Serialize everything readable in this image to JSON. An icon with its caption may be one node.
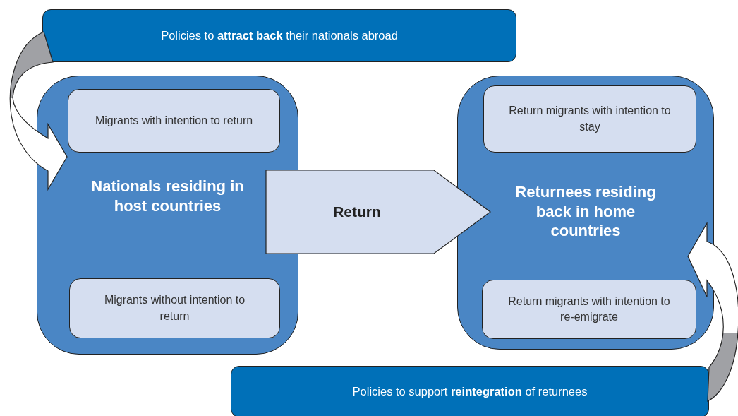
{
  "diagram": {
    "nodes": [
      {
        "text": [
          "Policies to **attract back** their nationals abroad"
        ]
      },
      {
        "text": [
          "Nationals residing in host countries"
        ]
      },
      {
        "text": [
          "Migrants with intention to return"
        ],
        "in": 1
      },
      {
        "text": [
          "Migrants without intention to return"
        ],
        "in": 1
      },
      {
        "text": [
          "Returnees residing back in home countries"
        ]
      },
      {
        "text": [
          "Return migrants with intention to stay"
        ],
        "in": 4
      },
      {
        "text": [
          "Return migrants with intention to re-emigrate"
        ],
        "in": 4
      },
      {
        "text": [
          "Policies to support **reintegration** of returnees"
        ]
      }
    ],
    "edges": [
      {
        "from": 0,
        "to": 1,
        "arrow": "to"
      },
      {
        "from": 1,
        "to": 4,
        "arrow": "to",
        "label": "Return"
      },
      {
        "from": 7,
        "to": 4,
        "arrow": "to"
      }
    ]
  }
}
